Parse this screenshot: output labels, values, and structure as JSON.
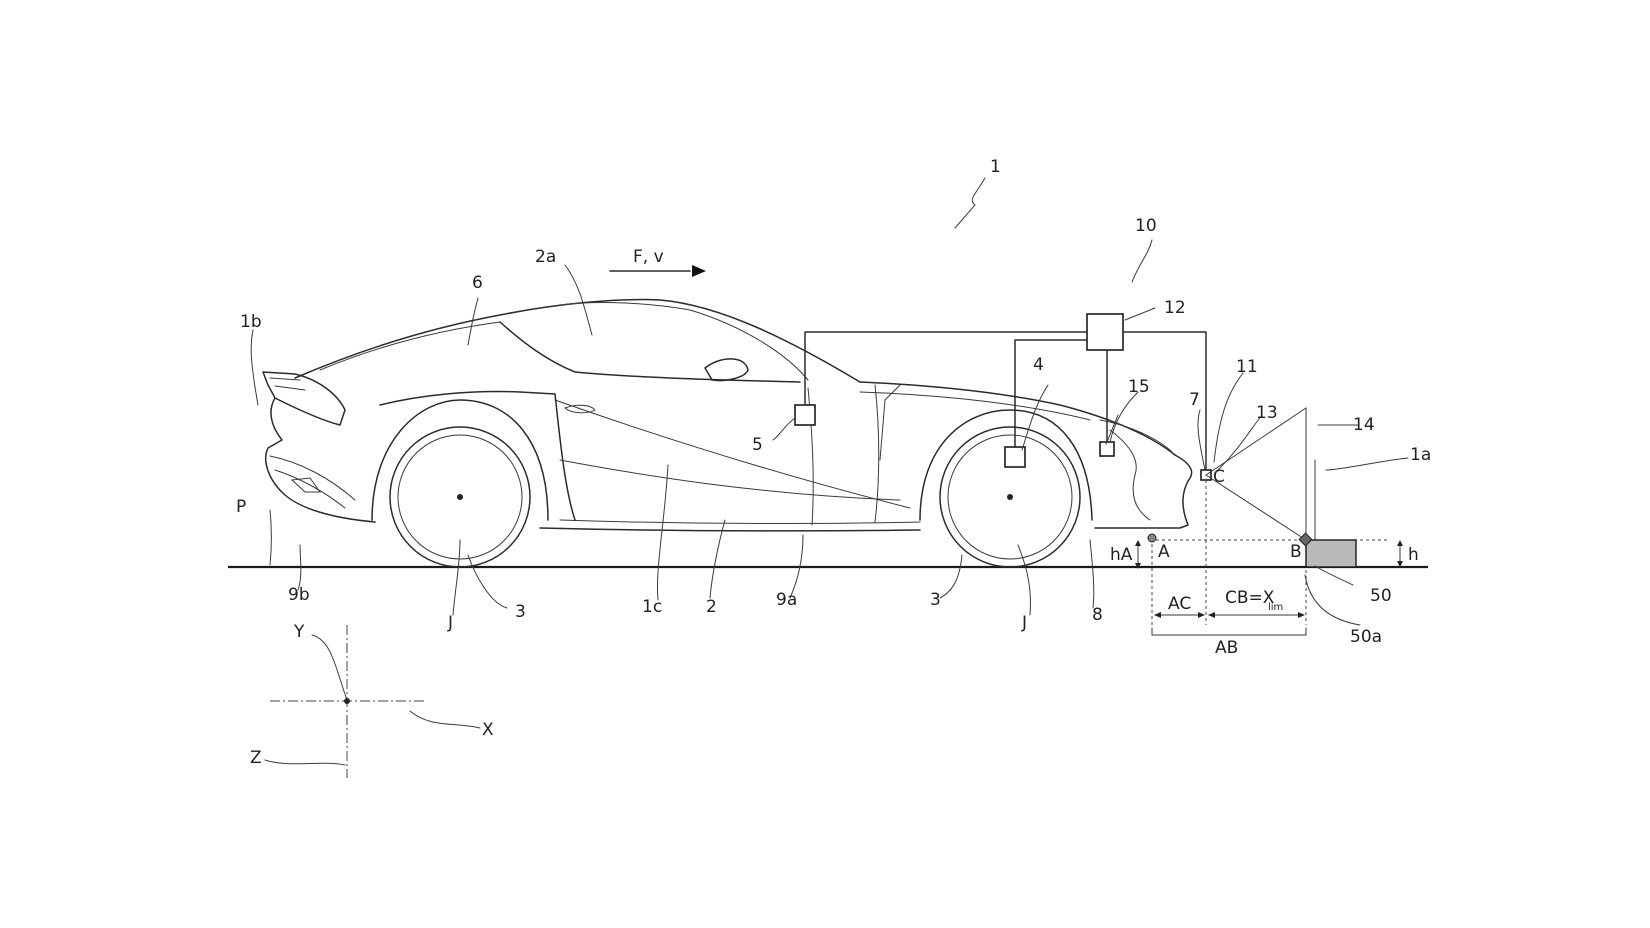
{
  "labels": {
    "l1": "1",
    "l1a": "1a",
    "l1b": "1b",
    "l1c": "1c",
    "l2": "2",
    "l2a": "2a",
    "l3_rear": "3",
    "l3_front": "3",
    "l4": "4",
    "l5": "5",
    "l6": "6",
    "l7": "7",
    "l8": "8",
    "l9a": "9a",
    "l9b": "9b",
    "l10": "10",
    "l11": "11",
    "l12": "12",
    "l13": "13",
    "l14": "14",
    "l15": "15",
    "l50": "50",
    "l50a": "50a",
    "fv": "F, v",
    "p": "P",
    "j_rear": "J",
    "j_front": "J",
    "point_a": "A",
    "point_b": "B",
    "point_c": "C",
    "ha": "hA",
    "h": "h",
    "ac": "AC",
    "cb": "CB=X",
    "cb_sub": "lim",
    "ab": "AB",
    "axis_x": "X",
    "axis_y": "Y",
    "axis_z": "Z"
  },
  "colors": {
    "line": "#2b2b2b",
    "obstacle_fill": "#b9b9b9",
    "background": "#ffffff"
  }
}
